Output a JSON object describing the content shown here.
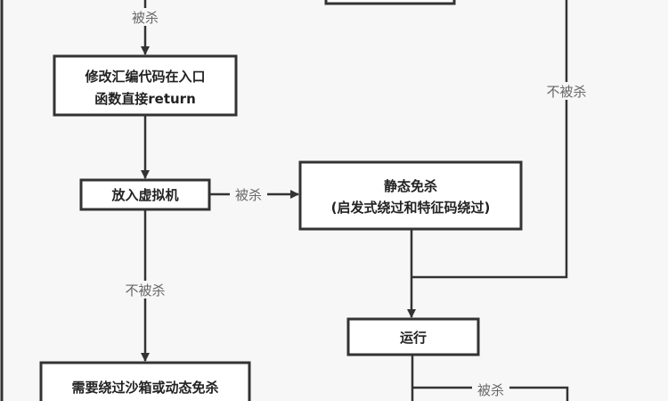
{
  "nodes": {
    "modify_asm": [
      "修改汇编代码在入口",
      "函数直接return"
    ],
    "vm": "放入虚拟机",
    "static_av": [
      "静态免杀",
      "(启发式绕过和特征码绕过)"
    ],
    "run": "运行",
    "sandbox": "需要绕过沙箱或动态免杀"
  },
  "edges": {
    "killed_top": "被杀",
    "killed_vm": "被杀",
    "not_killed_right": "不被杀",
    "not_killed_vm": "不被杀",
    "killed_run": "被杀"
  }
}
